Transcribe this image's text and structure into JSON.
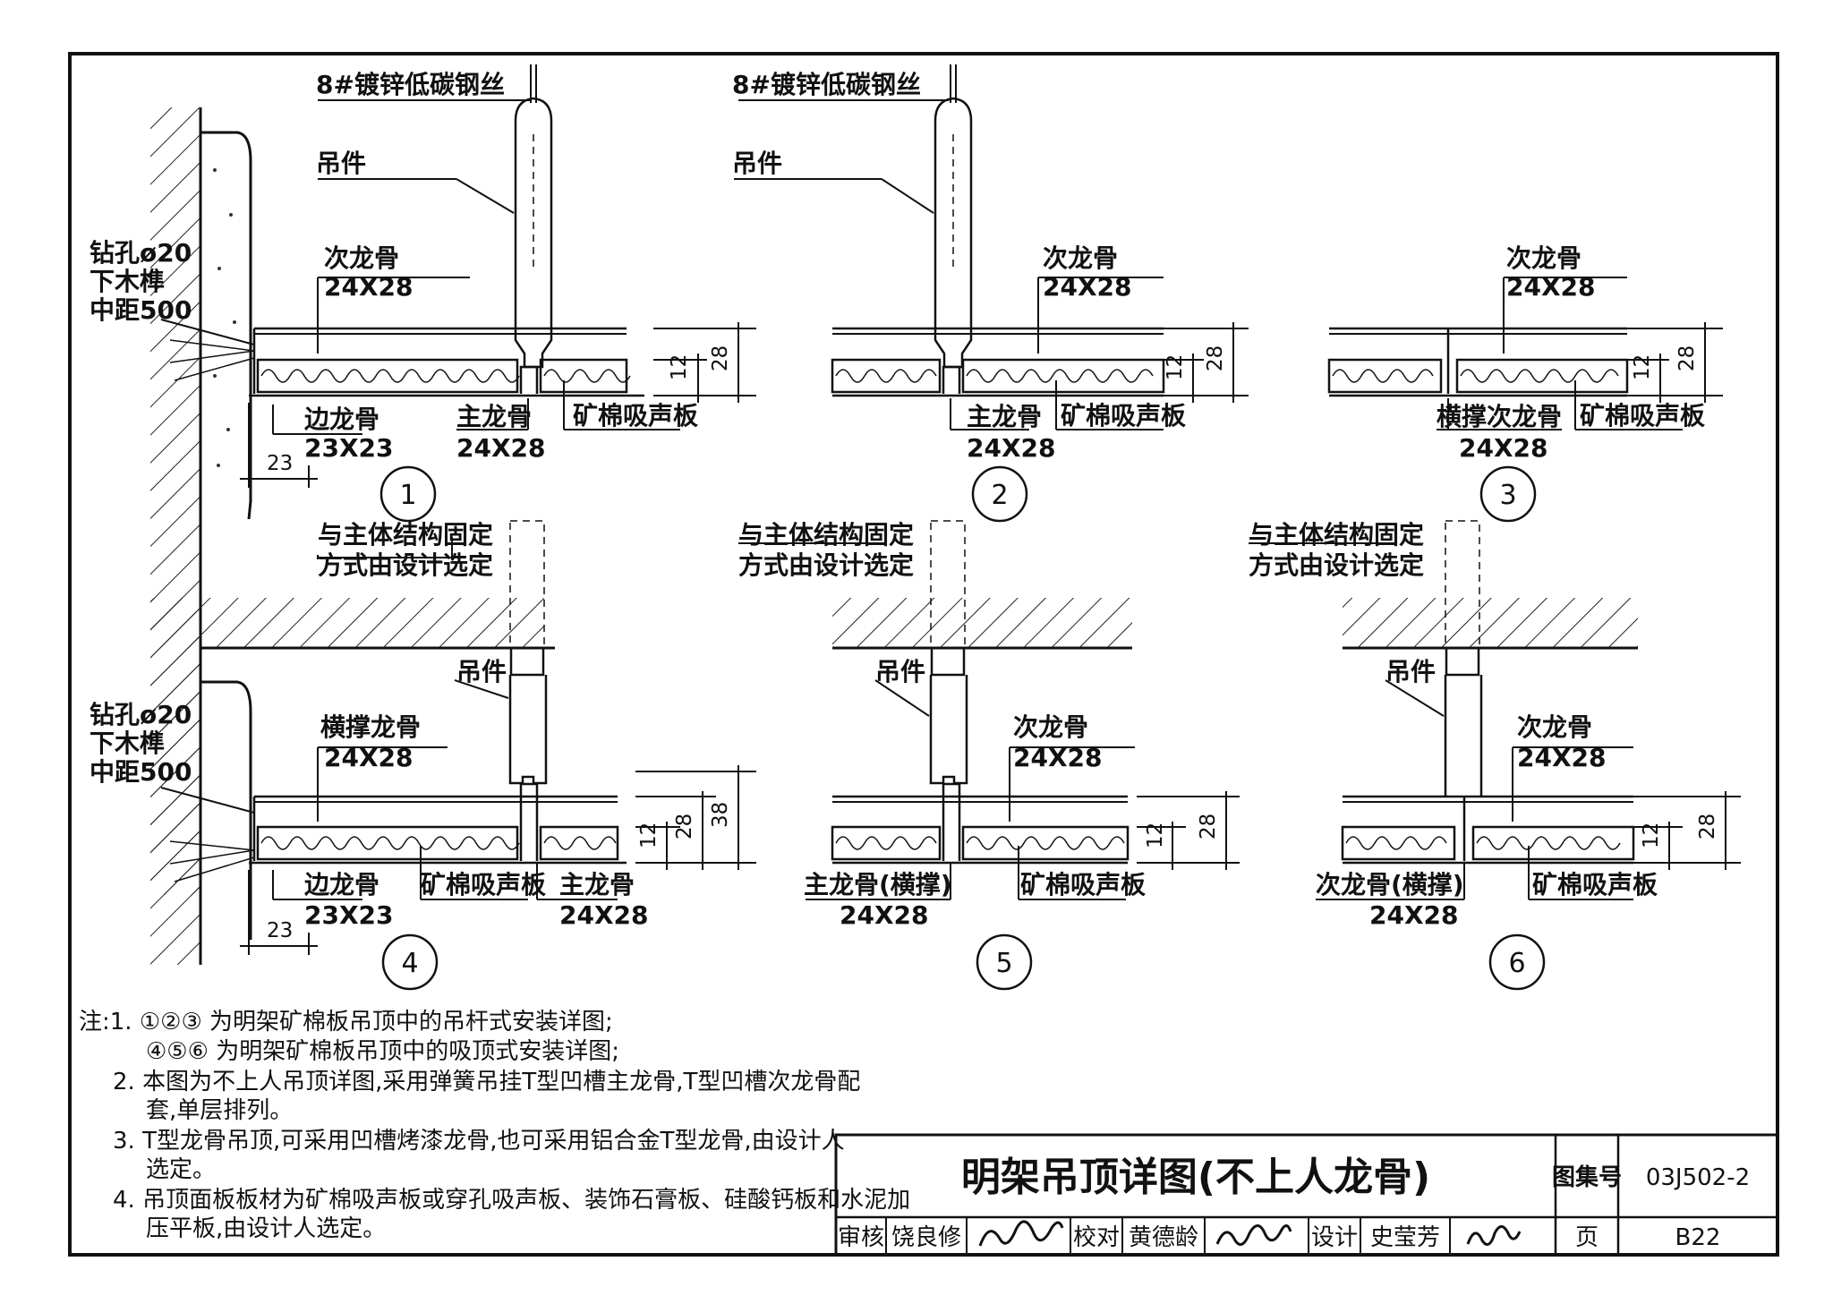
{
  "details": {
    "d1": {
      "wire": "8#镀锌低碳钢丝",
      "hanger": "吊件",
      "sub_joist": "次龙骨",
      "sub_size": "24X28",
      "drill_1": "钻孔ø20",
      "drill_2": "下木榫",
      "drill_3": "中距500",
      "edge": "边龙骨",
      "edge_size": "23X23",
      "main": "主龙骨",
      "main_size": "24X28",
      "board": "矿棉吸声板",
      "gap": "23",
      "d12": "12",
      "d28": "28",
      "num": "1"
    },
    "d2": {
      "wire": "8#镀锌低碳钢丝",
      "hanger": "吊件",
      "sub_joist": "次龙骨",
      "sub_size": "24X28",
      "main": "主龙骨",
      "main_size": "24X28",
      "board": "矿棉吸声板",
      "d12": "12",
      "d28": "28",
      "num": "2"
    },
    "d3": {
      "sub_joist": "次龙骨",
      "sub_size": "24X28",
      "cross": "横撑次龙骨",
      "cross_size": "24X28",
      "board": "矿棉吸声板",
      "d12": "12",
      "d28": "28",
      "num": "3"
    },
    "d4": {
      "fix_1": "与主体结构固定",
      "fix_2": "方式由设计选定",
      "hanger": "吊件",
      "cross": "横撑龙骨",
      "cross_size": "24X28",
      "drill_1": "钻孔ø20",
      "drill_2": "下木榫",
      "drill_3": "中距500",
      "edge": "边龙骨",
      "edge_size": "23X23",
      "board": "矿棉吸声板",
      "main": "主龙骨",
      "main_size": "24X28",
      "gap": "23",
      "d12": "12",
      "d28": "28",
      "d38": "38",
      "num": "4"
    },
    "d5": {
      "fix_1": "与主体结构固定",
      "fix_2": "方式由设计选定",
      "hanger": "吊件",
      "sub_joist": "次龙骨",
      "sub_size": "24X28",
      "main": "主龙骨(横撑)",
      "main_size": "24X28",
      "board": "矿棉吸声板",
      "d12": "12",
      "d28": "28",
      "num": "5"
    },
    "d6": {
      "fix_1": "与主体结构固定",
      "fix_2": "方式由设计选定",
      "hanger": "吊件",
      "sub_joist": "次龙骨",
      "sub_size": "24X28",
      "cross": "次龙骨(横撑)",
      "cross_size": "24X28",
      "board": "矿棉吸声板",
      "d12": "12",
      "d28": "28",
      "num": "6"
    }
  },
  "notes": [
    "注:1. ①②③ 为明架矿棉板吊顶中的吊杆式安装详图;",
    "④⑤⑥ 为明架矿棉板吊顶中的吸顶式安装详图;",
    "2. 本图为不上人吊顶详图,采用弹簧吊挂T型凹槽主龙骨,T型凹槽次龙骨配",
    "套,单层排列。",
    "3. T型龙骨吊顶,可采用凹槽烤漆龙骨,也可采用铝合金T型龙骨,由设计人",
    "选定。",
    "4. 吊顶面板板材为矿棉吸声板或穿孔吸声板、装饰石膏板、硅酸钙板和水泥加",
    "压平板,由设计人选定。"
  ],
  "title_block": {
    "title": "明架吊顶详图(不上人龙骨)",
    "atlas_label": "图集号",
    "atlas_no": "03J502-2",
    "review_label": "审核",
    "reviewer": "饶良修",
    "check_label": "校对",
    "checker": "黄德龄",
    "design_label": "设计",
    "designer": "史莹芳",
    "page_label": "页",
    "page_no": "B22"
  }
}
